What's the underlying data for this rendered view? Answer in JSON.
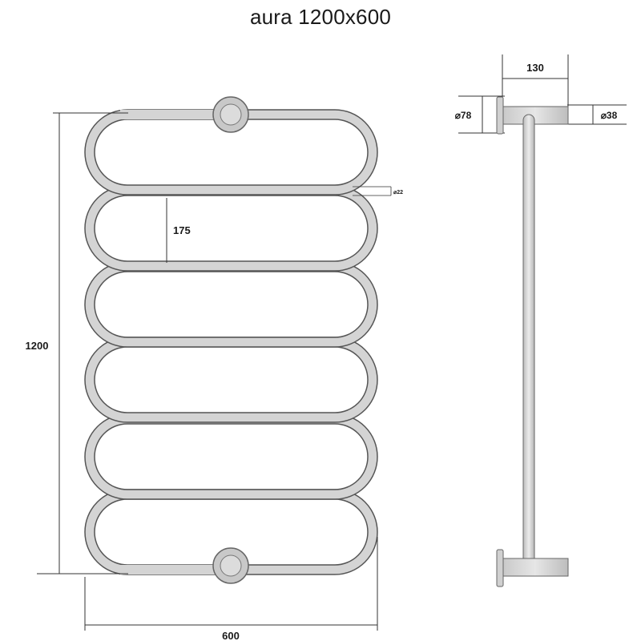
{
  "title": "aura 1200x600",
  "front_view": {
    "height_label": "1200",
    "width_label": "600",
    "spacing_label": "175",
    "tube_diameter_label": "⌀22"
  },
  "side_view": {
    "depth_label": "130",
    "flange_diameter_label": "⌀78",
    "bracket_diameter_label": "⌀38"
  },
  "colors": {
    "tube_fill": "#d4d4d4",
    "tube_stroke": "#555555",
    "dimension_line": "#333333",
    "text": "#1a1a1a"
  }
}
